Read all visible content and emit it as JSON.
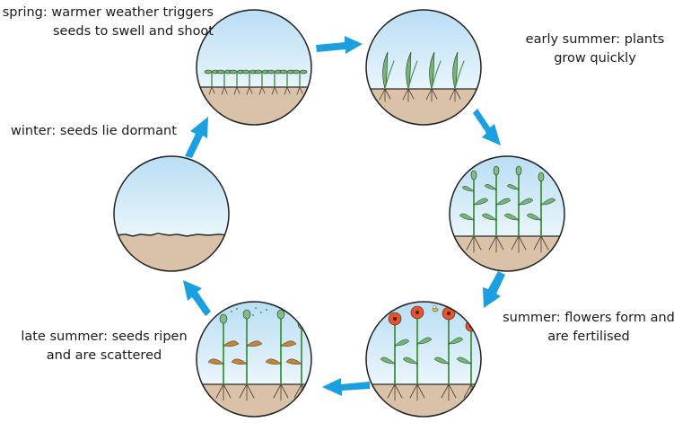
{
  "diagram": {
    "stages": [
      {
        "id": "spring",
        "lines": [
          "spring: warmer weather triggers",
          "seeds to swell and shoot"
        ]
      },
      {
        "id": "early_summer",
        "lines": [
          "early summer: plants",
          "grow quickly"
        ]
      },
      {
        "id": "summer_bud",
        "lines": []
      },
      {
        "id": "summer",
        "lines": [
          "summer: flowers form and",
          "are fertilised"
        ]
      },
      {
        "id": "late_summer",
        "lines": [
          "late summer: seeds ripen",
          "and are scattered"
        ]
      },
      {
        "id": "winter",
        "lines": [
          "winter: seeds lie dormant"
        ]
      }
    ],
    "colors": {
      "sky_top": "#b9def4",
      "sky_bottom": "#ffffff",
      "soil": "#d9c2a8",
      "soil_line": "#2b2b2b",
      "stem": "#4f9a55",
      "leaf": "#6fb86f",
      "root": "#4a3c30",
      "arrow": "#1aa0e0",
      "flower": "#e8532a",
      "seedpod": "#7fbf7f",
      "dead_leaf": "#c8832e"
    }
  }
}
